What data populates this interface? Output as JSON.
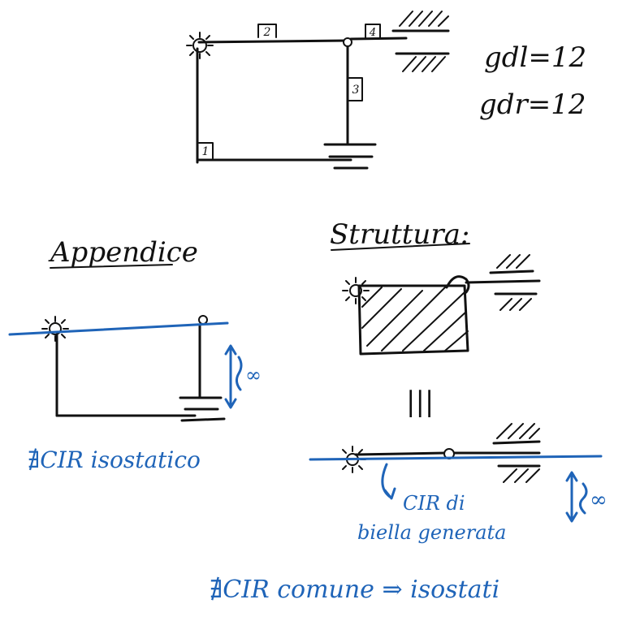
{
  "labels": {
    "member_1": "1",
    "member_2": "2",
    "member_3": "3",
    "member_4": "4",
    "gdl": "gdl=12",
    "gdr": "gdr=12",
    "appendice": "Appendice",
    "struttura": "Struttura:",
    "equivalence": "|||",
    "infinity_left": "∞",
    "infinity_right": "∞",
    "cir_isostatico": "∄CIR isostatico",
    "cir_di_biella_line1": "CIR di",
    "cir_di_biella_line2": "biella generata",
    "cir_comune": "∄CIR comune ⇒ isostati"
  },
  "colors": {
    "ink": "#111111",
    "annotation": "#1f64b8"
  }
}
